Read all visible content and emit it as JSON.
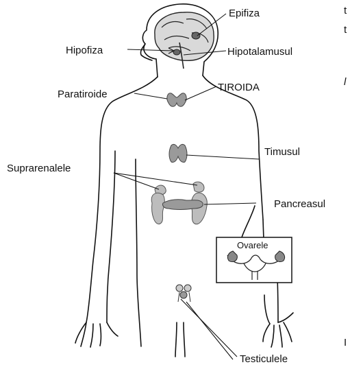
{
  "labels": {
    "epifiza": "Epifiza",
    "hipofiza": "Hipofiza",
    "hipotalamusul": "Hipotalamusul",
    "paratiroide": "Paratiroide",
    "tiroida": "TIROIDA",
    "timusul": "Timusul",
    "suprarenalele": "Suprarenalele",
    "pancreasul": "Pancreasul",
    "ovarele": "Ovarele",
    "testiculele": "Testiculele"
  },
  "edge_fragments": {
    "top_right_1": "t",
    "top_right_2": "t",
    "mid_right": "l",
    "bottom_right": "I"
  }
}
